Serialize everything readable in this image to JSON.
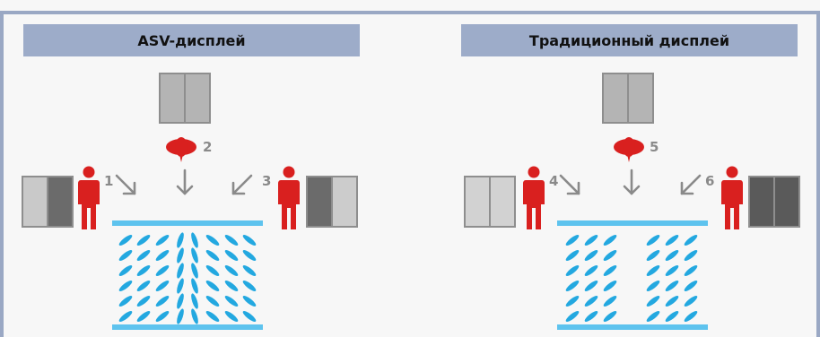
{
  "panels": [
    {
      "title": "ASV-дисплей",
      "labels": [
        "1",
        "2",
        "3"
      ],
      "screen_left": {
        "left": "#c9c9c9",
        "right": "#6b6b6b"
      },
      "screen_center": {
        "left": "#b4b4b4",
        "right": "#b4b4b4"
      },
      "screen_right": {
        "left": "#6b6b6b",
        "right": "#cccccc"
      }
    },
    {
      "title": "Традиционный дисплей",
      "labels": [
        "4",
        "5",
        "6"
      ],
      "screen_left": {
        "left": "#d2d2d2",
        "right": "#d2d2d2"
      },
      "screen_center": {
        "left": "#b4b4b4",
        "right": "#b4b4b4"
      },
      "screen_right": {
        "left": "#5a5a5a",
        "right": "#5a5a5a"
      }
    }
  ],
  "colors": {
    "header_bg": "#9dacc9",
    "frame_rule": "#9aa8c4",
    "person": "#d9201f",
    "arrow": "#8a8a8a",
    "crystal": "#23a8e0",
    "glass": "#5ec3ee"
  }
}
